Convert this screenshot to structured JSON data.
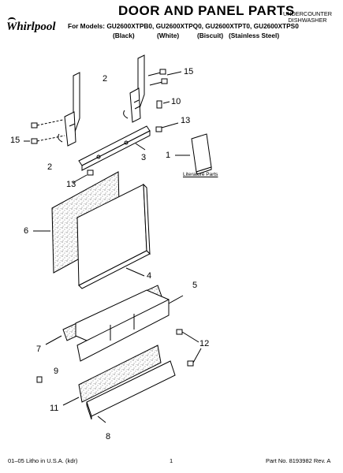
{
  "header": {
    "title": "DOOR AND PANEL PARTS",
    "models_line": "For Models: GU2600XTPB0, GU2600XTPQ0, GU2600XTPT0, GU2600XTPS0",
    "finishes": [
      "(Black)",
      "(White)",
      "(Biscuit)",
      "(Stainless Steel)"
    ],
    "category_line1": "UNDERCOUNTER",
    "category_line2": "DISHWASHER",
    "brand": "Whirlpool"
  },
  "callouts": {
    "c2_top": "2",
    "c15_top": "15",
    "c10": "10",
    "c13_right": "13",
    "c15_left": "15",
    "c2_left": "2",
    "c3": "3",
    "c1": "1",
    "c13_left": "13",
    "c6": "6",
    "c4": "4",
    "c5": "5",
    "c7": "7",
    "c12": "12",
    "c9": "9",
    "c11": "11",
    "c8": "8"
  },
  "literature_label": "Literature Parts",
  "footer": {
    "left": "01–05 Litho in U.S.A. (kdr)",
    "page": "1",
    "right": "Part No. 8193982 Rev. A"
  }
}
